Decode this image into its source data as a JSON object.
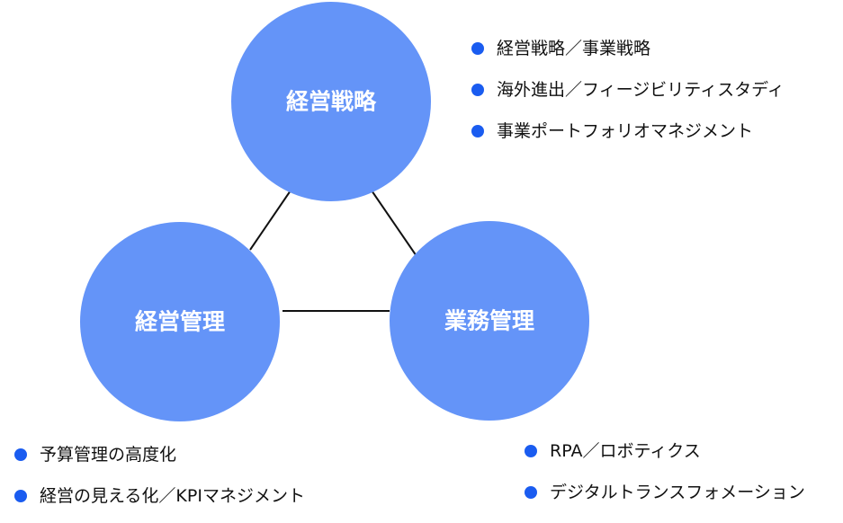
{
  "colors": {
    "circle_fill": "#6494f8",
    "connector": "#111111",
    "bullet": "#1a5cf0",
    "text": "#111111",
    "label_text": "#ffffff"
  },
  "nodes": {
    "strategy": {
      "label": "経営戦略",
      "items": [
        "経営戦略／事業戦略",
        "海外進出／フィージビリティスタディ",
        "事業ポートフォリオマネジメント"
      ]
    },
    "management": {
      "label": "経営管理",
      "items": [
        "予算管理の高度化",
        "経営の見える化／KPIマネジメント"
      ]
    },
    "operations": {
      "label": "業務管理",
      "items": [
        "RPA／ロボティクス",
        "デジタルトランスフォメーション"
      ]
    }
  }
}
